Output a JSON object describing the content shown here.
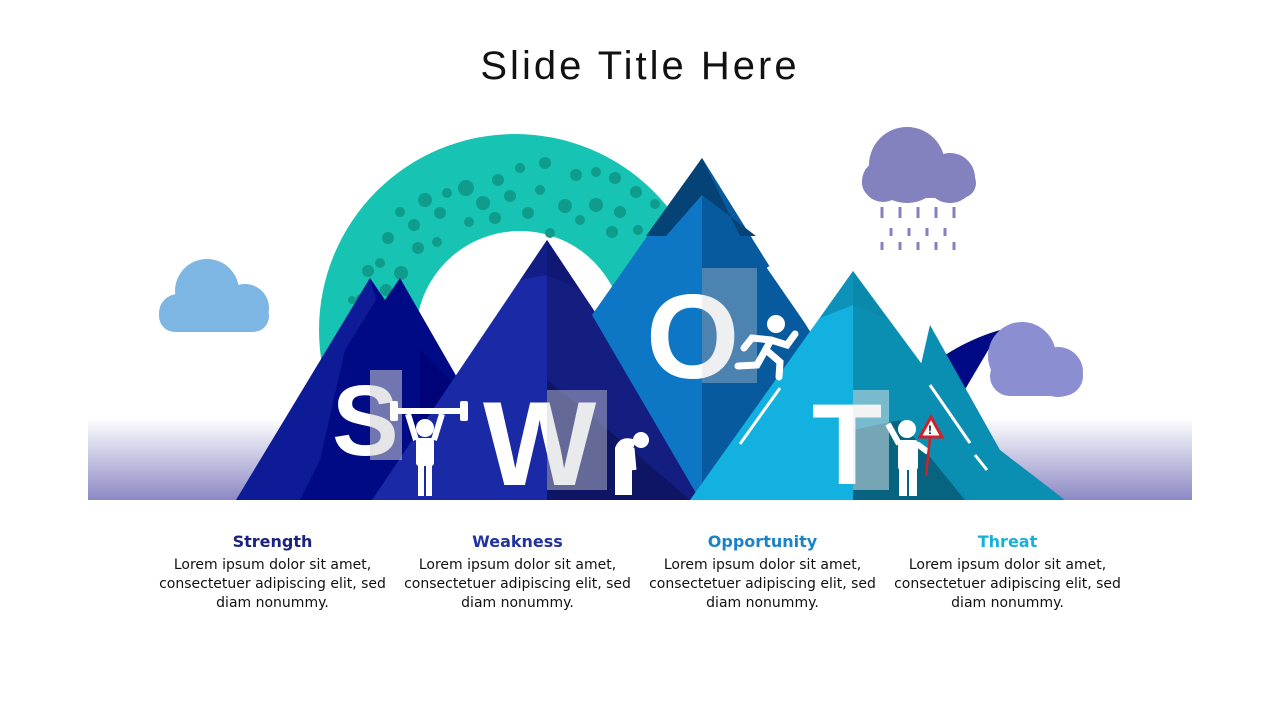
{
  "slide": {
    "title": "Slide Title Here"
  },
  "swot": {
    "letters": [
      "S",
      "W",
      "O",
      "T"
    ],
    "items": [
      {
        "title": "Strength",
        "color": "#1a237e",
        "body": "Lorem ipsum dolor sit amet, consectetuer adipiscing elit, sed diam nonummy.",
        "icon": "weightlifter-icon"
      },
      {
        "title": "Weakness",
        "color": "#2233a0",
        "body": "Lorem ipsum dolor sit amet, consectetuer adipiscing elit, sed diam nonummy.",
        "icon": "tired-person-icon"
      },
      {
        "title": "Opportunity",
        "color": "#1a82c9",
        "body": "Lorem ipsum dolor sit amet, consectetuer adipiscing elit, sed diam nonummy.",
        "icon": "running-person-icon"
      },
      {
        "title": "Threat",
        "color": "#14b1dc",
        "body": "Lorem ipsum dolor sit amet, consectetuer adipiscing elit, sed diam nonummy.",
        "icon": "warning-sign-person-icon"
      }
    ]
  },
  "colors": {
    "teal_arc": "#17c3b2",
    "teal_dots": "#0f9c8c",
    "navy": "#000a85",
    "royal": "#1a2aa6",
    "blue_o": "#0d77c6",
    "cyan_t": "#12b1e0",
    "cloud_left": "#7db5e3",
    "cloud_rain": "#8481bf",
    "cloud_right": "#8b8fd2",
    "ground_bottom": "#8c88c4",
    "warning_red": "#d0202a"
  }
}
